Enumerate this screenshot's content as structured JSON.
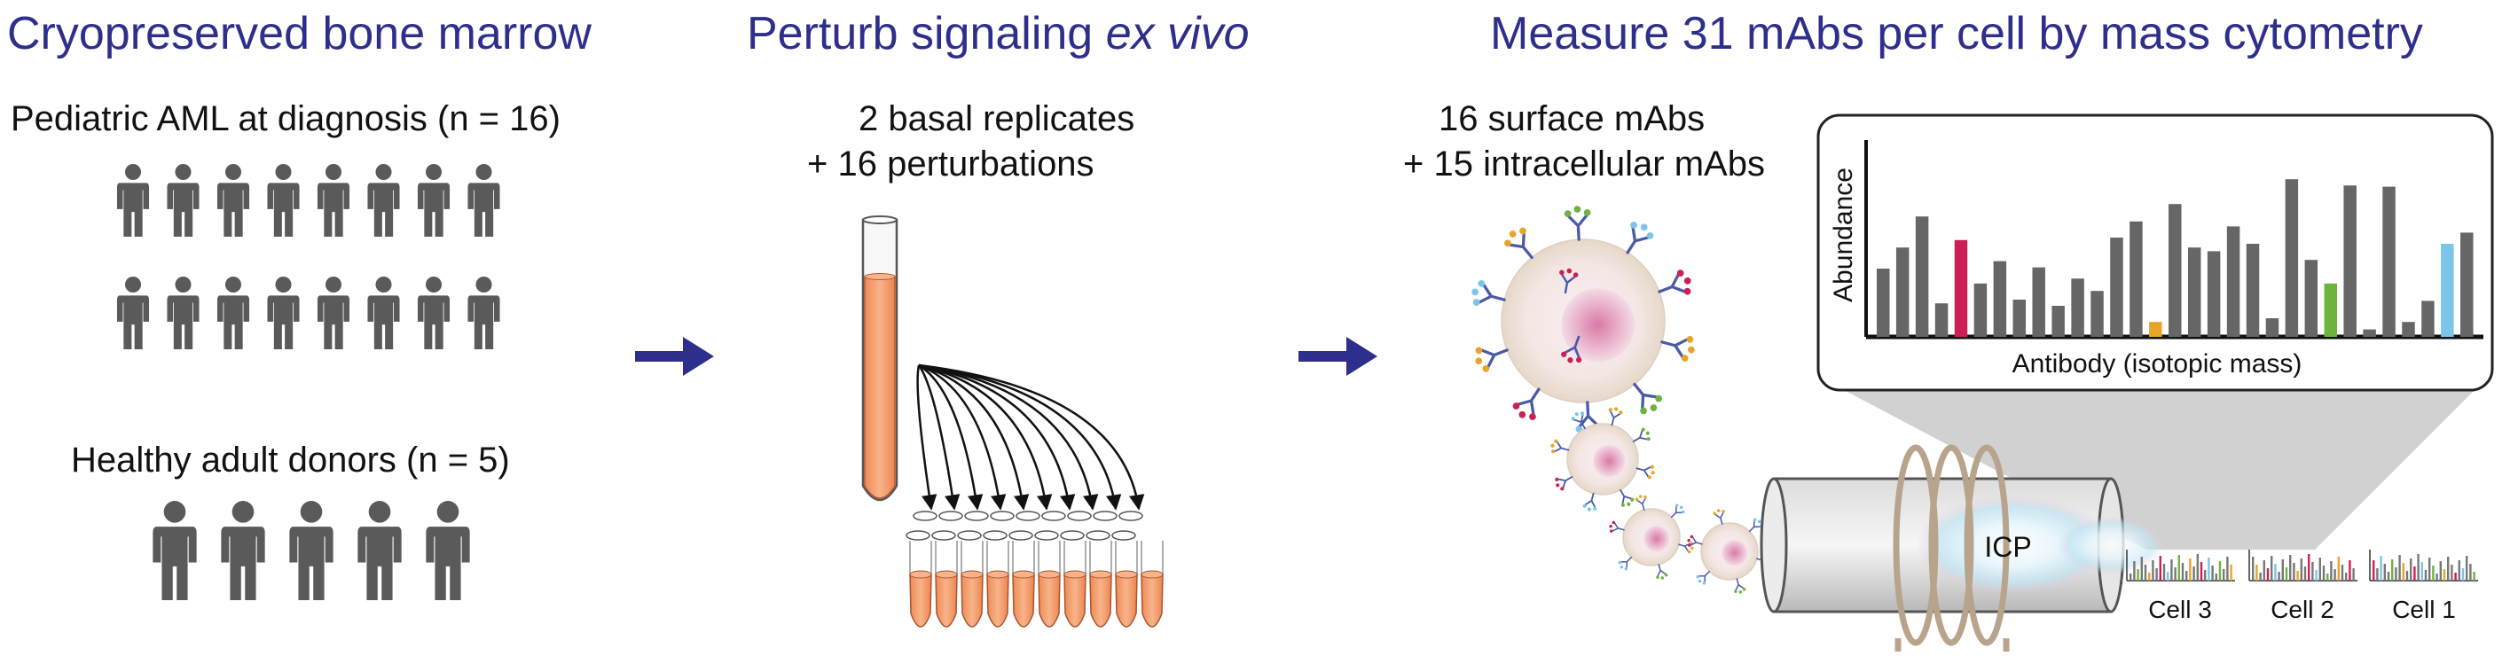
{
  "section_titles": {
    "left": "Cryopreserved bone marrow",
    "middle_prefix": "Perturb signaling ",
    "middle_italic": "ex vivo",
    "right": "Measure 31 mAbs per cell by mass cytometry"
  },
  "cohorts": {
    "pediatric_label": "Pediatric AML at diagnosis (n = 16)",
    "pediatric_count": 16,
    "healthy_label": "Healthy adult donors (n = 5)",
    "healthy_count": 5
  },
  "perturbation": {
    "line1": "2 basal replicates",
    "line2": "+ 16 perturbations"
  },
  "antibodies": {
    "line1": "16 surface mAbs",
    "line2": "+ 15 intracellular mAbs"
  },
  "plot": {
    "ylabel": "Abundance",
    "xlabel": "Antibody (isotopic mass)"
  },
  "instrument": {
    "icp_label": "ICP"
  },
  "cells": [
    "Cell 3",
    "Cell 2",
    "Cell 1"
  ],
  "colors": {
    "heading": "#2e2e8c",
    "arrow": "#2e2e8c",
    "person": "#5a5a5a",
    "tube": "#f3a072",
    "bar_gray": "#666666",
    "bar_red": "#cc1f55",
    "bar_orange": "#e8a42a",
    "bar_green": "#6cb33f",
    "bar_blue": "#7cc4ea"
  },
  "chart_data": {
    "type": "bar",
    "title": "",
    "xlabel": "Antibody (isotopic mass)",
    "ylabel": "Abundance",
    "ylim": [
      0,
      1
    ],
    "values": [
      0.55,
      0.72,
      0.97,
      0.27,
      0.78,
      0.43,
      0.61,
      0.3,
      0.56,
      0.25,
      0.47,
      0.37,
      0.8,
      0.93,
      0.12,
      1.07,
      0.72,
      0.69,
      0.89,
      0.75,
      0.15,
      1.27,
      0.62,
      0.43,
      1.22,
      0.06,
      1.21,
      0.12,
      0.29,
      0.75,
      0.84
    ],
    "highlight": {
      "4": "#cc1f55",
      "14": "#e8a42a",
      "23": "#6cb33f",
      "29": "#7cc4ea"
    }
  }
}
